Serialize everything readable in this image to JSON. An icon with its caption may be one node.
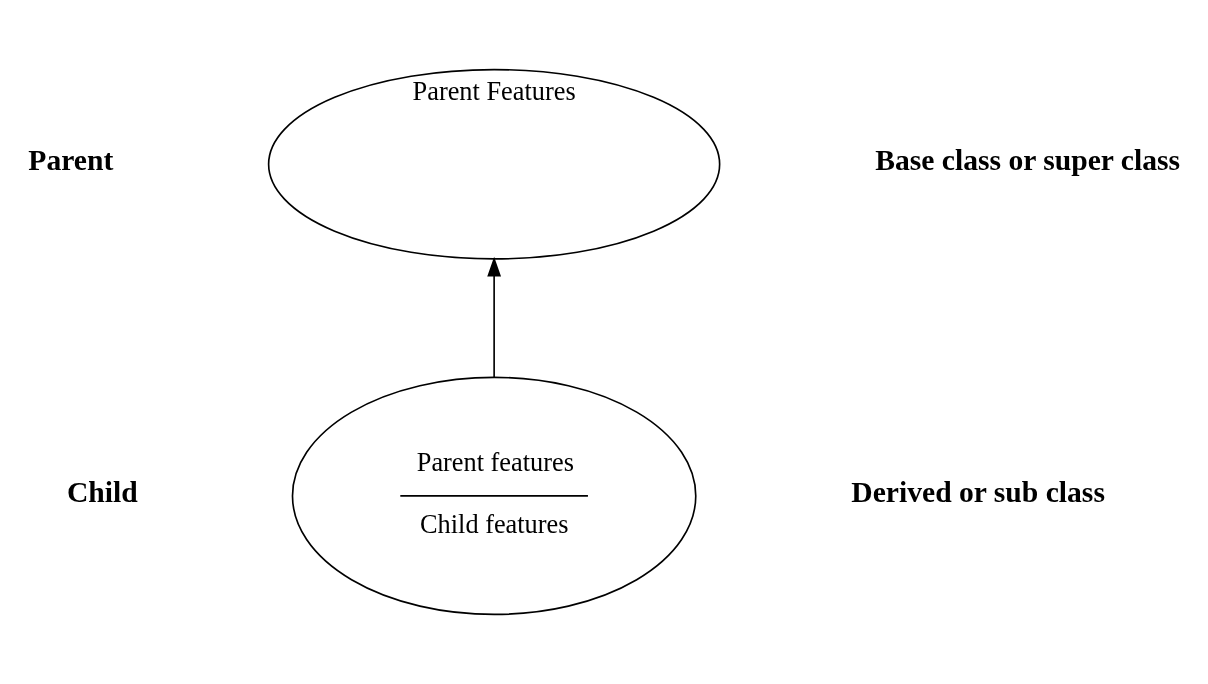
{
  "diagram": {
    "nodes": [
      {
        "text": [
          "Parent Features"
        ]
      },
      {
        "text": [
          "Parent features",
          "Child features"
        ]
      }
    ],
    "edges": [
      {
        "from": 1,
        "to": 0,
        "arrow": "to"
      }
    ],
    "labels": [
      "Parent",
      "Base class or super class",
      "Derived or sub class",
      "Child"
    ]
  }
}
